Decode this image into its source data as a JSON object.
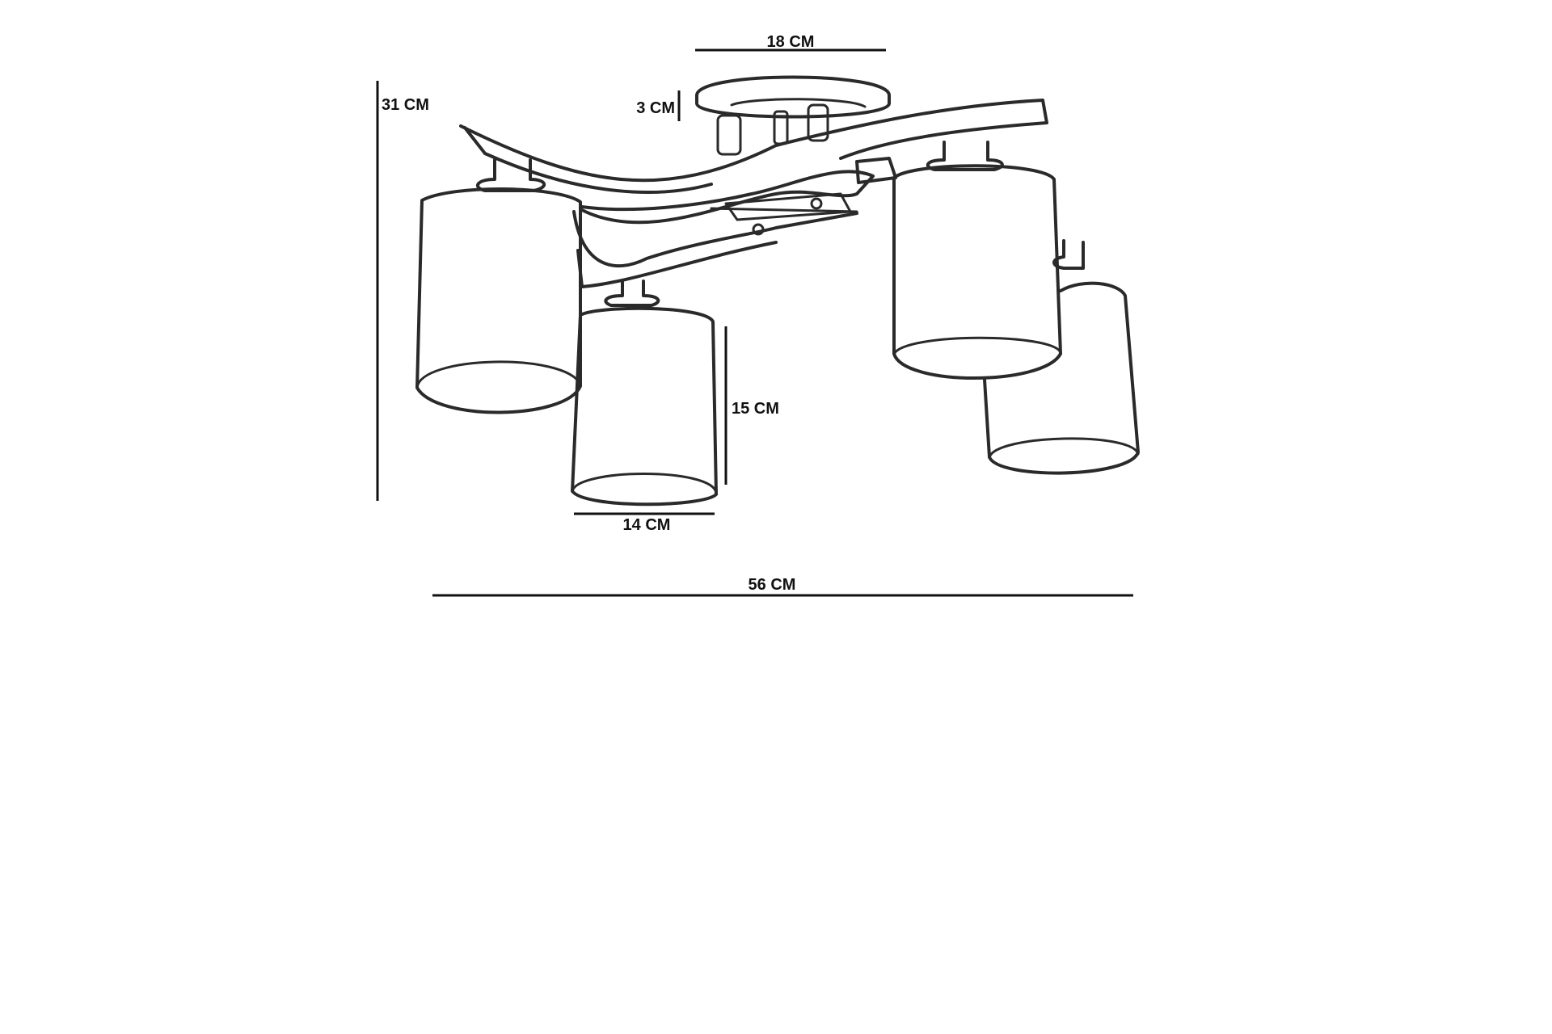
{
  "dimensions": {
    "canopy_width": "18 CM",
    "canopy_height": "3 CM",
    "total_height": "31 CM",
    "shade_height": "15 CM",
    "shade_width": "14 CM",
    "total_width": "56 CM"
  },
  "colors": {
    "ink": "#2a2a2a",
    "background": "#ffffff"
  }
}
